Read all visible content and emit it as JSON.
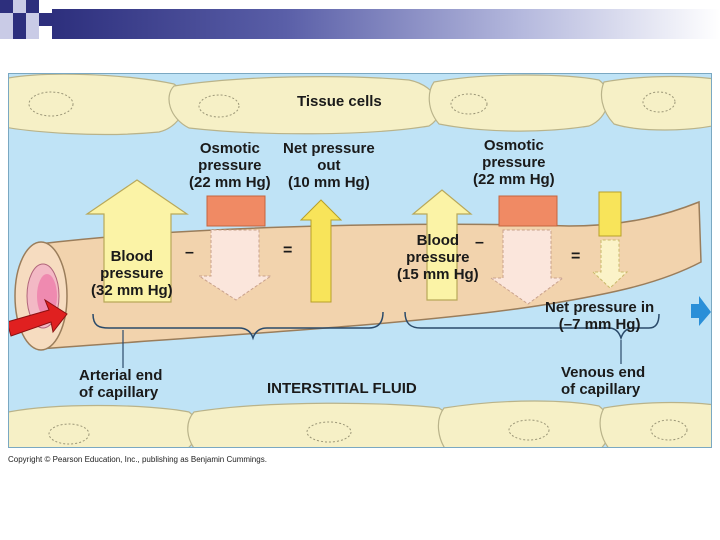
{
  "labels": {
    "tissue_cells": "Tissue cells",
    "osmotic_left": "Osmotic\npressure\n(22 mm Hg)",
    "net_out": "Net pressure\nout\n(10 mm Hg)",
    "osmotic_right": "Osmotic\npressure\n(22 mm Hg)",
    "blood_left": "Blood\npressure\n(32 mm Hg)",
    "blood_right": "Blood\npressure\n(15 mm Hg)",
    "net_in": "Net pressure in\n(–7 mm Hg)",
    "arterial_end": "Arterial end\nof capillary",
    "interstitial": "INTERSTITIAL FLUID",
    "venous_end": "Venous end\nof capillary",
    "minus_left": "–",
    "equals_left": "=",
    "minus_right": "–",
    "equals_right": "="
  },
  "copyright": "Copyright © Pearson Education, Inc., publishing as Benjamin Cummings.",
  "colors": {
    "background_fluid": "#bfe3f6",
    "tissue_cell": "#f6f0c6",
    "capillary": "#f2d3ad",
    "osmotic_bar": "#f08a64",
    "blood_arrow": "#fbf3a6",
    "net_arrow": "#f8e45a",
    "blood_red": "#e02020",
    "flow_blue": "#2a8fd8"
  }
}
